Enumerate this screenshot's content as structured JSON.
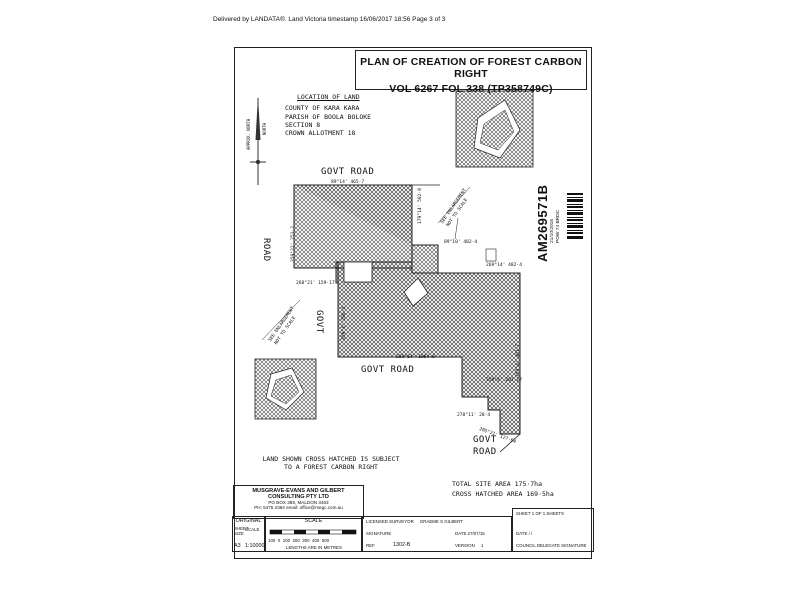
{
  "header": "Delivered by LANDATA®. Land Victoria timestamp 16/06/2017 18:56 Page 3 of 3",
  "title": {
    "line1": "PLAN OF CREATION OF FOREST CARBON RIGHT",
    "line2": "VOL 6267  FOL 338  (TP358749C)"
  },
  "location": {
    "heading": "LOCATION OF LAND",
    "county": "COUNTY OF KARA KARA",
    "parish": "PARISH OF BOOLA BOLOKE",
    "section": "SECTION 8",
    "allotment": "CROWN ALLOTMENT 18"
  },
  "north_arrow": {
    "labels": [
      "APPROX. NORTH",
      "NORTH"
    ]
  },
  "roads": {
    "top": "GOVT  ROAD",
    "left_road": "ROAD",
    "left_govt": "GOVT",
    "bottom": "GOVT  ROAD",
    "bottom_right_1": "GOVT",
    "bottom_right_2": "ROAD"
  },
  "dimensions": [
    "89°14'  465·7",
    "179°14'  582·8",
    "89°10'  482·4",
    "269°14'  482·4",
    "359°22'  251·2",
    "268°21'  159·17",
    "269°64'  1084·8",
    "359°4'  201·17",
    "278°11'  28·4",
    "359°4'  481·7",
    "359°4'  286·4",
    "285°21'  127·64"
  ],
  "road_notes": [
    "SEE ENLARGEMENT",
    "NOT TO SCALE",
    "SEE ENLARGEMENT",
    "NOT TO SCALE"
  ],
  "stamp": {
    "number": "AM269571B",
    "date": "21/10/2016",
    "code": "POW 74  BRDC"
  },
  "notes": {
    "land": "LAND SHOWN CROSS HATCHED IS SUBJECT TO A FOREST CARBON RIGHT",
    "total_area": "TOTAL SITE AREA 175·7ha",
    "hatched_area": "CROSS HATCHED AREA 169·5ha"
  },
  "firm": {
    "name1": "MUSGRAVE-EVANS AND GILBERT",
    "name2": "CONSULTING PTY LTD",
    "address1": "PO BOX 389, MALDON 3463",
    "address2": "PH: 5475 2364   email: office@megc.com.au"
  },
  "title_block": {
    "original_label": "ORIGINAL",
    "sheet_size_label": "SHEET SIZE",
    "sheet_size": "A3",
    "scale_label": "SCALE",
    "scale": "1:10000",
    "scale_ticks": [
      "100",
      "0",
      "100",
      "200",
      "300",
      "400",
      "500"
    ],
    "scale_units": "LENGTHS ARE IN METRES",
    "surveyor_label": "LICENSED SURVEYOR",
    "surveyor": "GRAEME S GILBERT",
    "signature_label": "SIGNATURE",
    "date_label": "DATE",
    "date": "27/07/15",
    "ref_label": "REF.",
    "ref": "1302-B",
    "version_label": "VERSION",
    "version": "1",
    "sheet_info": "SHEET  1  OF  1  SHEETS",
    "council_date": "DATE     /     /",
    "council_label": "COUNCIL DELEGATE SIGNATURE"
  }
}
